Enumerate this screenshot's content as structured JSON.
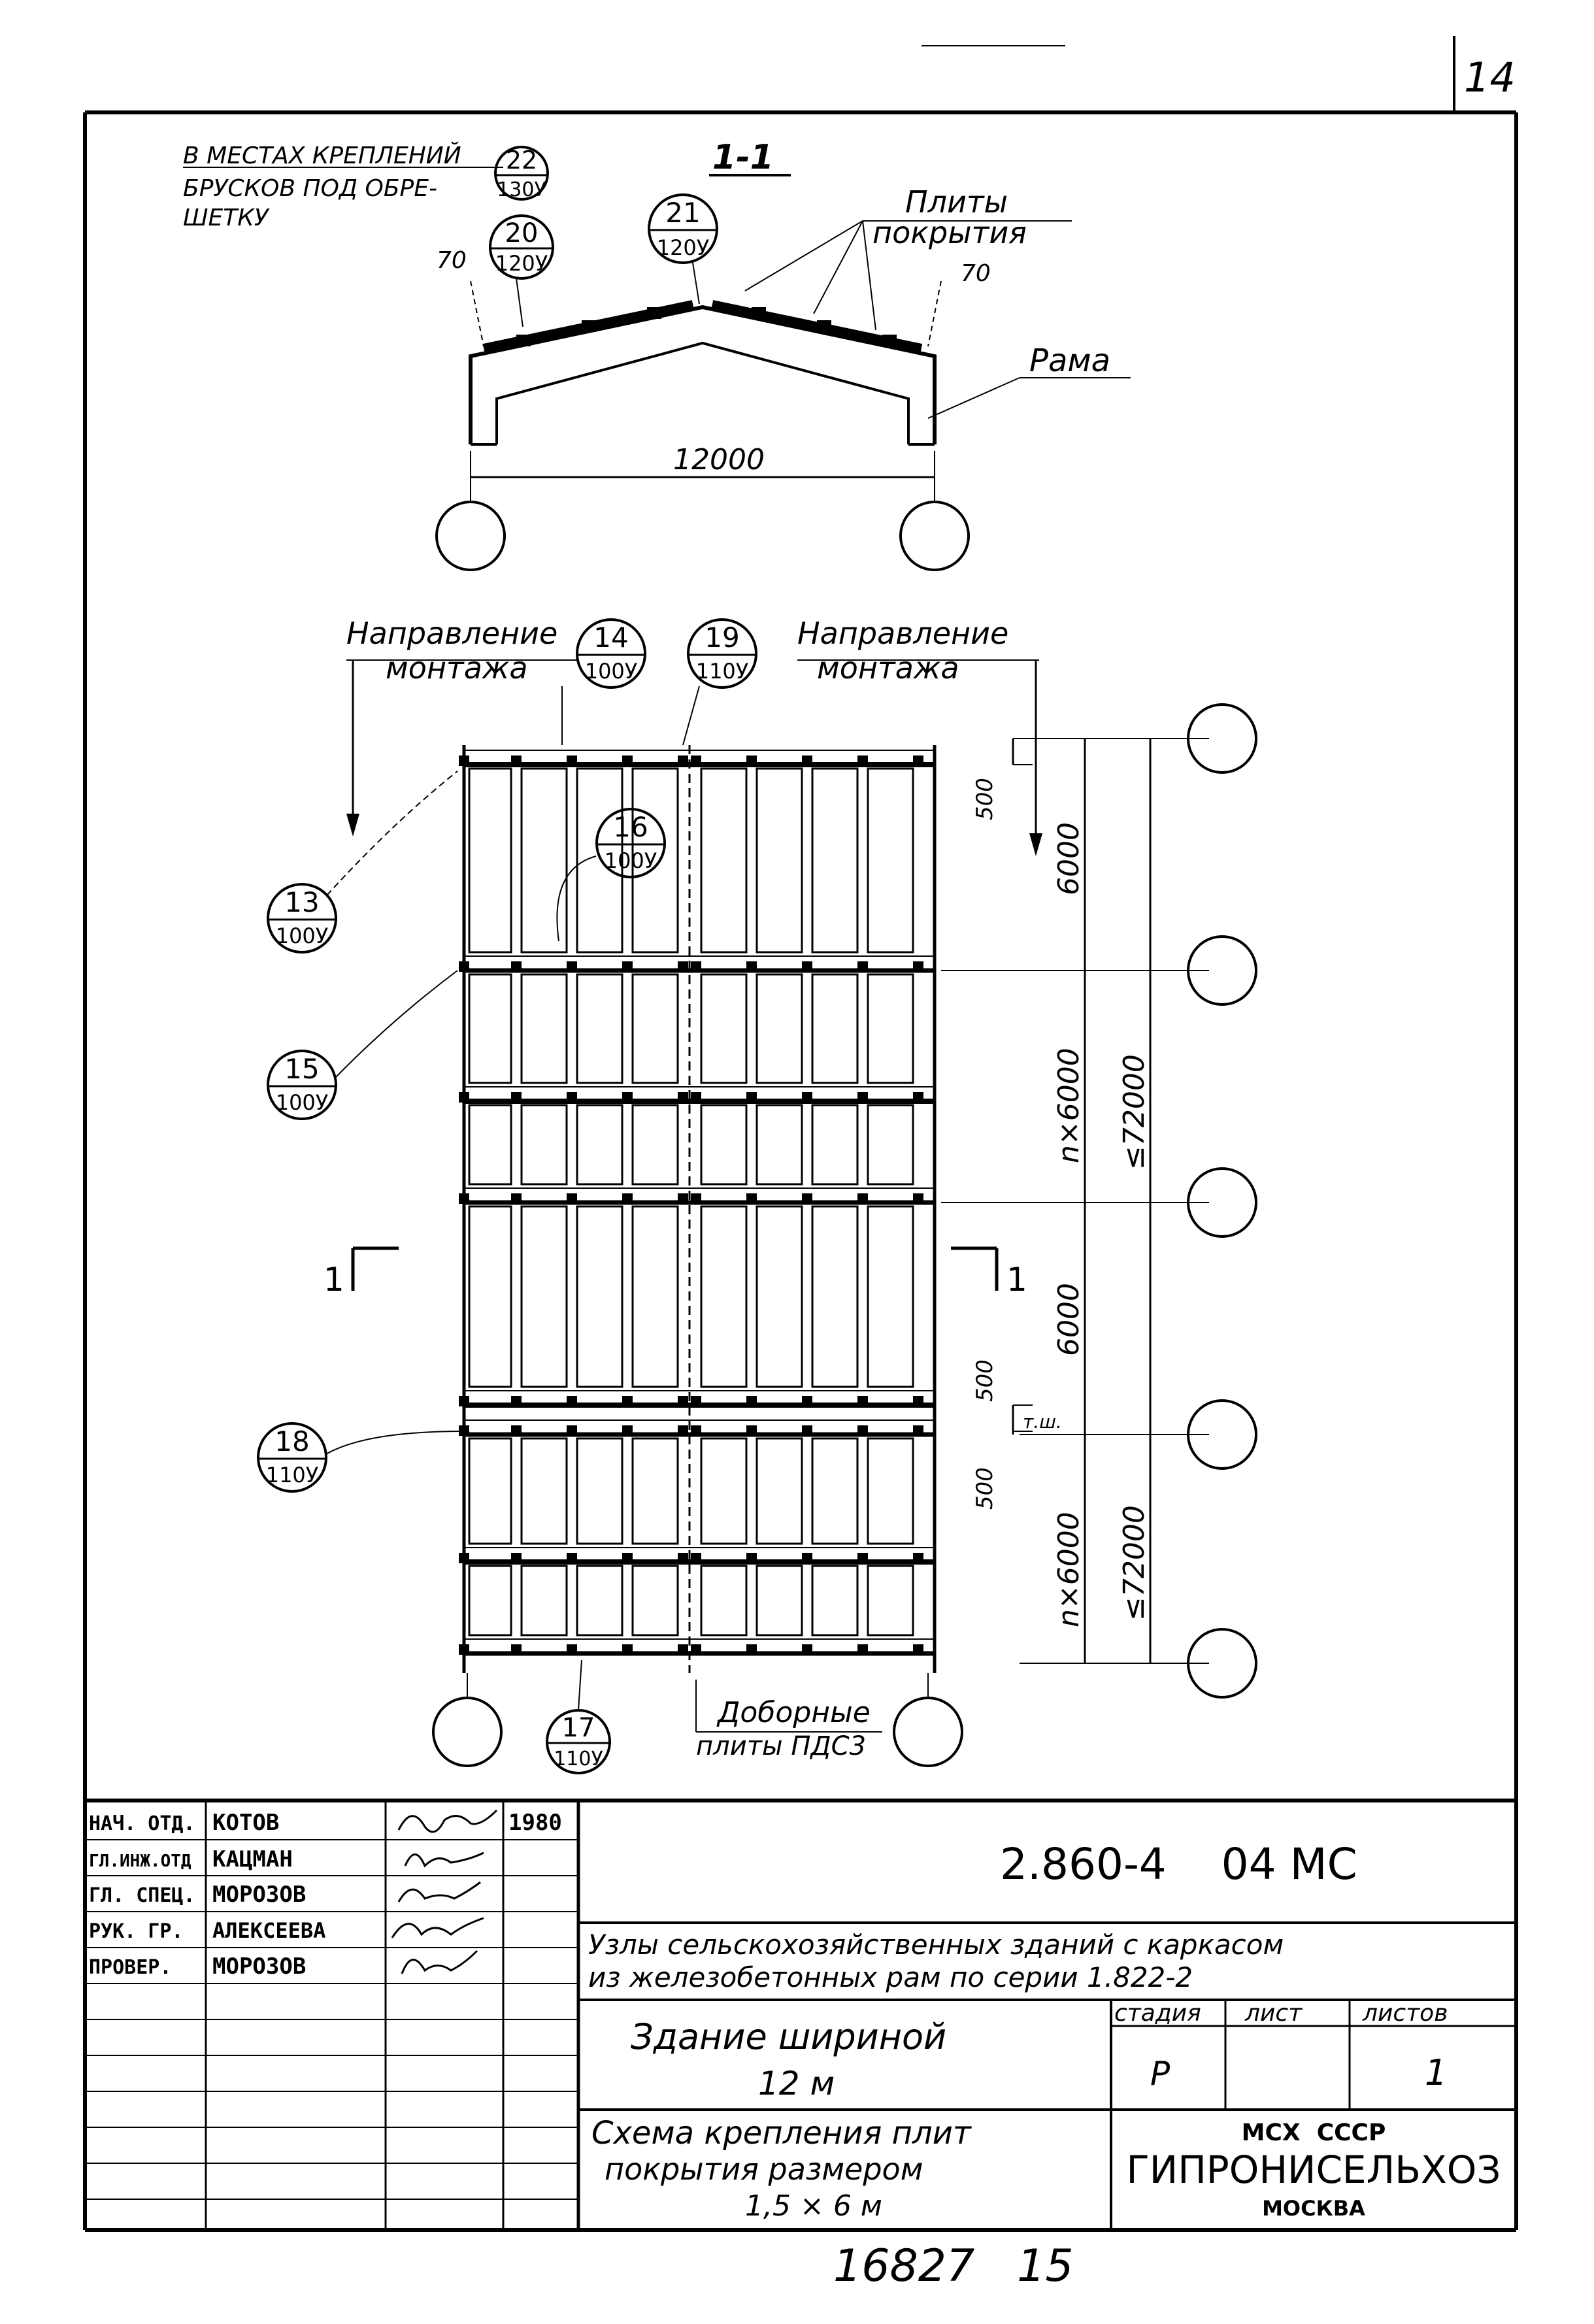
{
  "sheet_number": "14",
  "bottom_number": "16827   15",
  "section": {
    "title": "1-1",
    "note": [
      "В МЕСТАХ КРЕПЛЕНИЙ",
      "БРУСКОВ ПОД ОБРЕ-",
      "ШЕТКУ"
    ],
    "plates_label": [
      "Плиты",
      "покрытия"
    ],
    "frame_label": "Рама",
    "span": "12000",
    "edge_dim_left": "70",
    "edge_dim_right": "70"
  },
  "bubbles": [
    {
      "num": "22",
      "ref": "130У"
    },
    {
      "num": "20",
      "ref": "120У"
    },
    {
      "num": "21",
      "ref": "120У"
    },
    {
      "num": "14",
      "ref": "100У"
    },
    {
      "num": "19",
      "ref": "110У"
    },
    {
      "num": "16",
      "ref": "100У"
    },
    {
      "num": "13",
      "ref": "100У"
    },
    {
      "num": "15",
      "ref": "100У"
    },
    {
      "num": "18",
      "ref": "110У"
    },
    {
      "num": "17",
      "ref": "110У"
    }
  ],
  "plan": {
    "direction_label": [
      "Направление",
      "монтажа"
    ],
    "cut_mark": "1",
    "dims": {
      "d500": "500",
      "d6000": "6000",
      "n6000": "n×6000",
      "le72000": "≤72000",
      "ts": "т.ш."
    },
    "extra_plates": [
      "Доборные",
      "плиты ПДС3"
    ]
  },
  "title_block": {
    "roles": [
      "НАЧ. ОТД.",
      "ГЛ.ИНЖ.ОТД",
      "ГЛ. СПЕЦ.",
      "РУК. ГР.",
      "ПРОВЕР."
    ],
    "names": [
      "КОТОВ",
      "КАЦМАН",
      "МОРОЗОВ",
      "АЛЕКСЕЕВА",
      "МОРОЗОВ"
    ],
    "year": "1980",
    "code": "2.860-4    04 МС",
    "description": [
      "Узлы сельскохозяйственных зданий с каркасом",
      "из железобетонных рам по серии  1.822-2"
    ],
    "building": [
      "Здание шириной",
      "12 м"
    ],
    "stage_header": "стадия",
    "sheet_header": "лист",
    "sheets_header": "листов",
    "stage": "Р",
    "sheet": "",
    "sheets": "1",
    "drawing_title": [
      "Схема крепления плит",
      "покрытия размером",
      "1,5 × 6 м"
    ],
    "org": [
      "МСХ  СССР",
      "ГИПРОНИСЕЛЬХОЗ",
      "МОСКВА"
    ]
  }
}
